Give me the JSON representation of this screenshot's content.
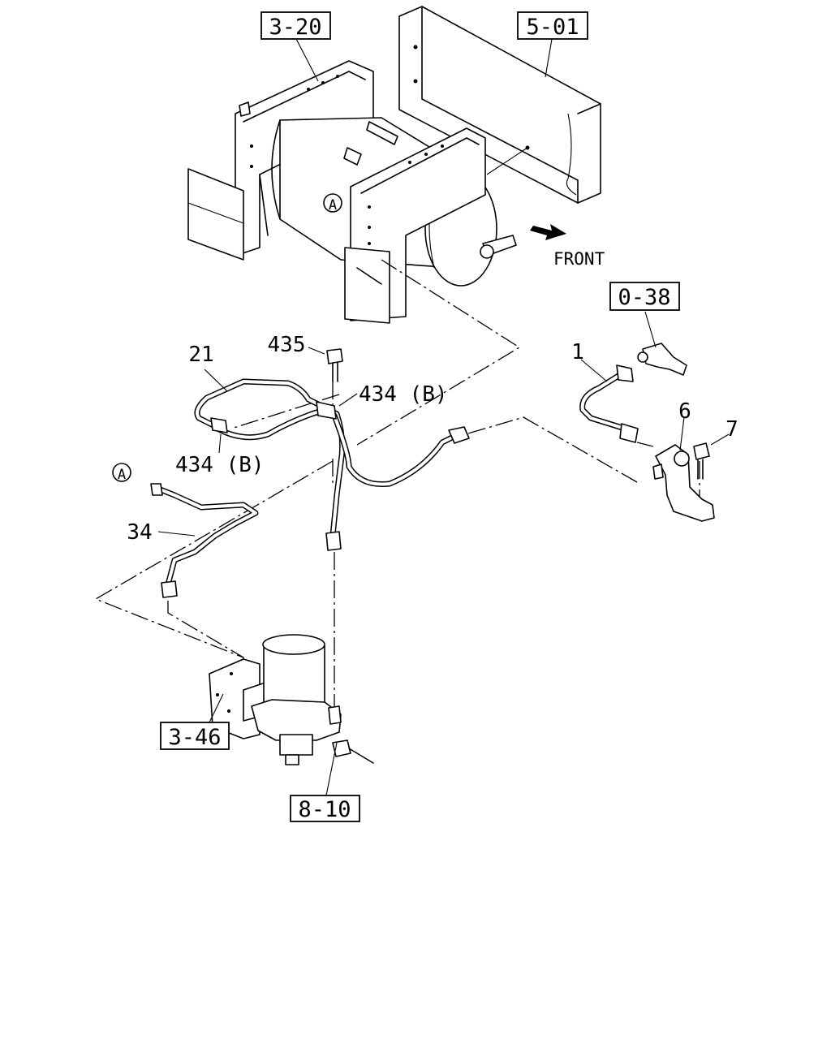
{
  "ref_boxes": {
    "r1": "3-20",
    "r2": "5-01",
    "r3": "0-38",
    "r4": "3-46",
    "r5": "8-10"
  },
  "callouts": {
    "p21": "21",
    "p435": "435",
    "p434b_upper": "434 (B)",
    "p434b_lower": "434 (B)",
    "p34": "34",
    "p1": "1",
    "p6": "6",
    "p7": "7"
  },
  "markers": {
    "a_upper": "A",
    "a_lower": "A"
  },
  "front_label": "FRONT",
  "icons": [
    "front-arrow-icon",
    "circle-marker-icon"
  ]
}
